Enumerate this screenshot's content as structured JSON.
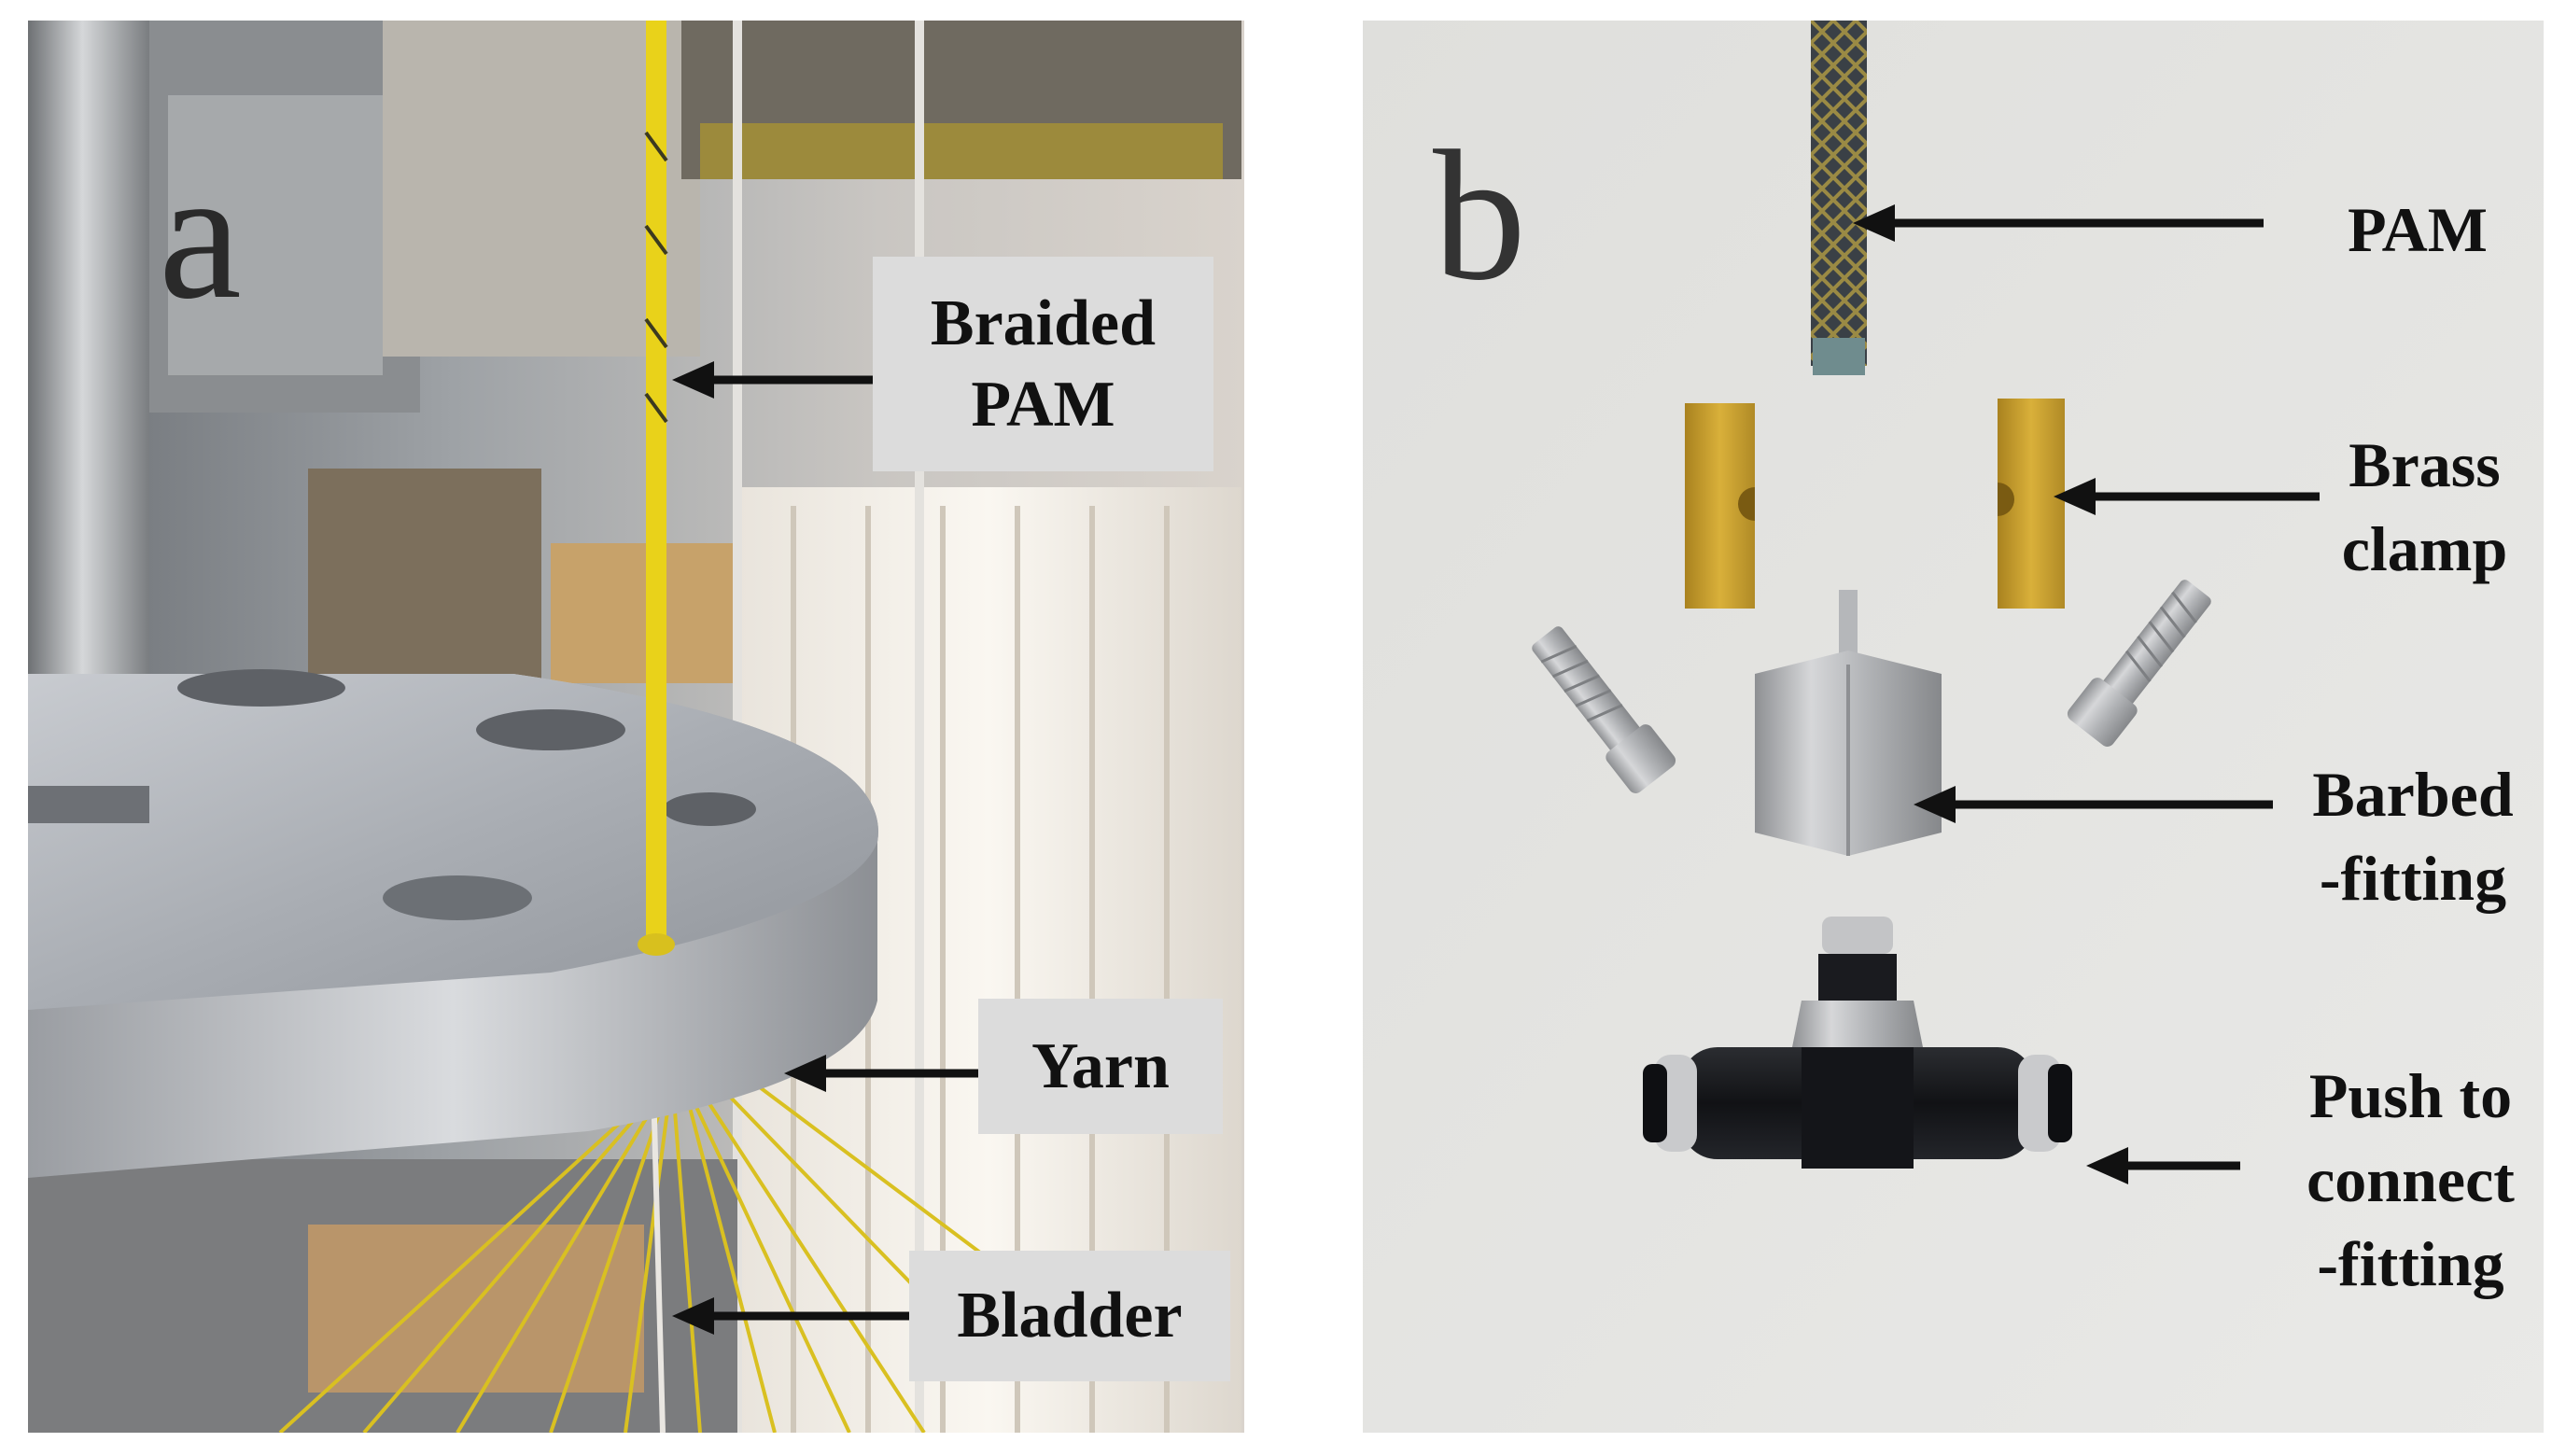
{
  "panel_a": {
    "letter": "a",
    "labels": {
      "braided_pam": [
        "Braided",
        "PAM"
      ],
      "yarn": "Yarn",
      "bladder": "Bladder"
    }
  },
  "panel_b": {
    "letter": "b",
    "labels": {
      "pam": "PAM",
      "brass_clamp": [
        "Brass",
        "clamp"
      ],
      "barbed_fitting": [
        "Barbed",
        "-fitting"
      ],
      "push_to_connect": [
        "Push to",
        "connect",
        "-fitting"
      ]
    }
  },
  "colors": {
    "yarn_yellow": "#e9d21a",
    "brass": "#c9a22c",
    "steel": "#b7b9bb",
    "fitting_black": "#16171a",
    "label_box": "#dcdcdc"
  }
}
